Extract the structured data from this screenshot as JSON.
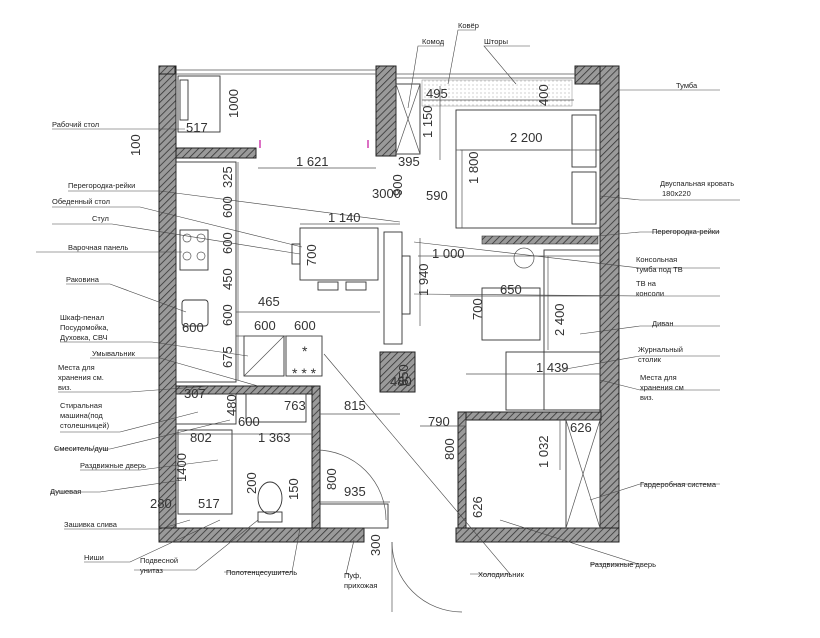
{
  "labels": {
    "komod": "Комод",
    "kover": "Ковёр",
    "shtory": "Шторы",
    "tumba": "Тумба",
    "rabochiy_stol": "Рабочий стол",
    "peregorodka_reyki_1": "Перегородка-рейки",
    "obedenniy_stol": "Обеденный стол",
    "stul": "Стул",
    "varochnaya_panel": "Варочная панель",
    "rakovina": "Раковина",
    "shkaf_penal_1": "Шкаф-пенал",
    "shkaf_penal_2": "Посудомойка,",
    "shkaf_penal_3": "Духовка, СВЧ",
    "umyvalnik": "Умывальник",
    "mesta_1": "Места для",
    "mesta_2": "хранения см.",
    "mesta_3": "виз.",
    "stiralnaya_1": "Стиральная",
    "stiralnaya_2": "машина(под",
    "stiralnaya_3": "столешницей)",
    "smesitel": "Смеситель/душ",
    "razdvizhnye_dver_left": "Раздвижные дверь",
    "dushevaya": "Душевая",
    "zashivka": "Зашивка слива",
    "nishi": "Ниши",
    "podvesnoy_1": "Подвесной",
    "podvesnoy_2": "унитаз",
    "polotencesushitel": "Полотенцесушитель",
    "puf_1": "Пуф,",
    "puf_2": "прихожая",
    "holodilnik": "Холодильник",
    "razdvizhnye_dver_right": "Раздвижные дверь",
    "garderob": "Гардеробная система",
    "mesta_r_1": "Места для",
    "mesta_r_2": "хранения см",
    "mesta_r_3": "виз.",
    "zhurnalny_1": "Журнальный",
    "zhurnalny_2": "столик",
    "divan": "Диван",
    "tv_1": "ТВ на",
    "tv_2": "консоли",
    "konsolnaya_1": "Консольная",
    "konsolnaya_2": "тумба под ТВ",
    "peregorodka_reyki_2": "Перегородка-рейки",
    "krovat_1": "Двуспальная кровать",
    "krovat_2": "180х220"
  },
  "dims": {
    "d495": "495",
    "d400": "400",
    "d1150": "1 150",
    "d2200": "2 200",
    "d1800": "1 800",
    "d395": "395",
    "d1621": "1 621",
    "d900": "900",
    "d3000": "3000",
    "d590": "590",
    "d1140": "1 140",
    "d1000": "1 000",
    "d1940": "1 940",
    "d650": "650",
    "d700r": "700",
    "d2400": "2 400",
    "d1439": "1 439",
    "d1000t": "1000",
    "d517t": "517",
    "d100": "100",
    "d325": "325",
    "d600a": "600",
    "d600b": "600",
    "d700k": "700",
    "d450": "450",
    "d465": "465",
    "d600c": "600",
    "d600d": "600",
    "d600e": "600",
    "d600f": "600",
    "d675": "675",
    "d650b": "650",
    "d480": "480",
    "d815": "815",
    "d307": "307",
    "d480b": "480",
    "d763": "763",
    "d600g": "600",
    "d790": "790",
    "d802": "802",
    "d1363": "1 363",
    "d800": "800",
    "d1032": "1 032",
    "d626": "626",
    "d1400": "1400",
    "d200": "200",
    "d150": "150",
    "d800b": "800",
    "d935": "935",
    "d280": "280",
    "d517b": "517",
    "d300": "300",
    "d626b": "626"
  }
}
